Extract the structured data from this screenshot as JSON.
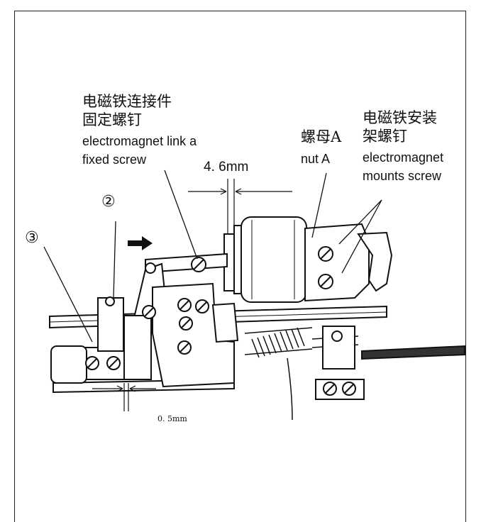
{
  "labels": {
    "link_screw_zh_1": "电磁铁连接件",
    "link_screw_zh_2": "固定螺钉",
    "link_screw_en_1": "electromagnet link a",
    "link_screw_en_2": "fixed screw",
    "gap_top": "4. 6mm",
    "nut_zh": "螺母A",
    "nut_en": "nut  A",
    "mount_screw_zh_1": "电磁铁安装",
    "mount_screw_zh_2": "架螺钉",
    "mount_screw_en_1": "electromagnet",
    "mount_screw_en_2": "mounts screw",
    "marker_2": "②",
    "marker_3": "③",
    "gap_bottom": "0. 5mm"
  }
}
